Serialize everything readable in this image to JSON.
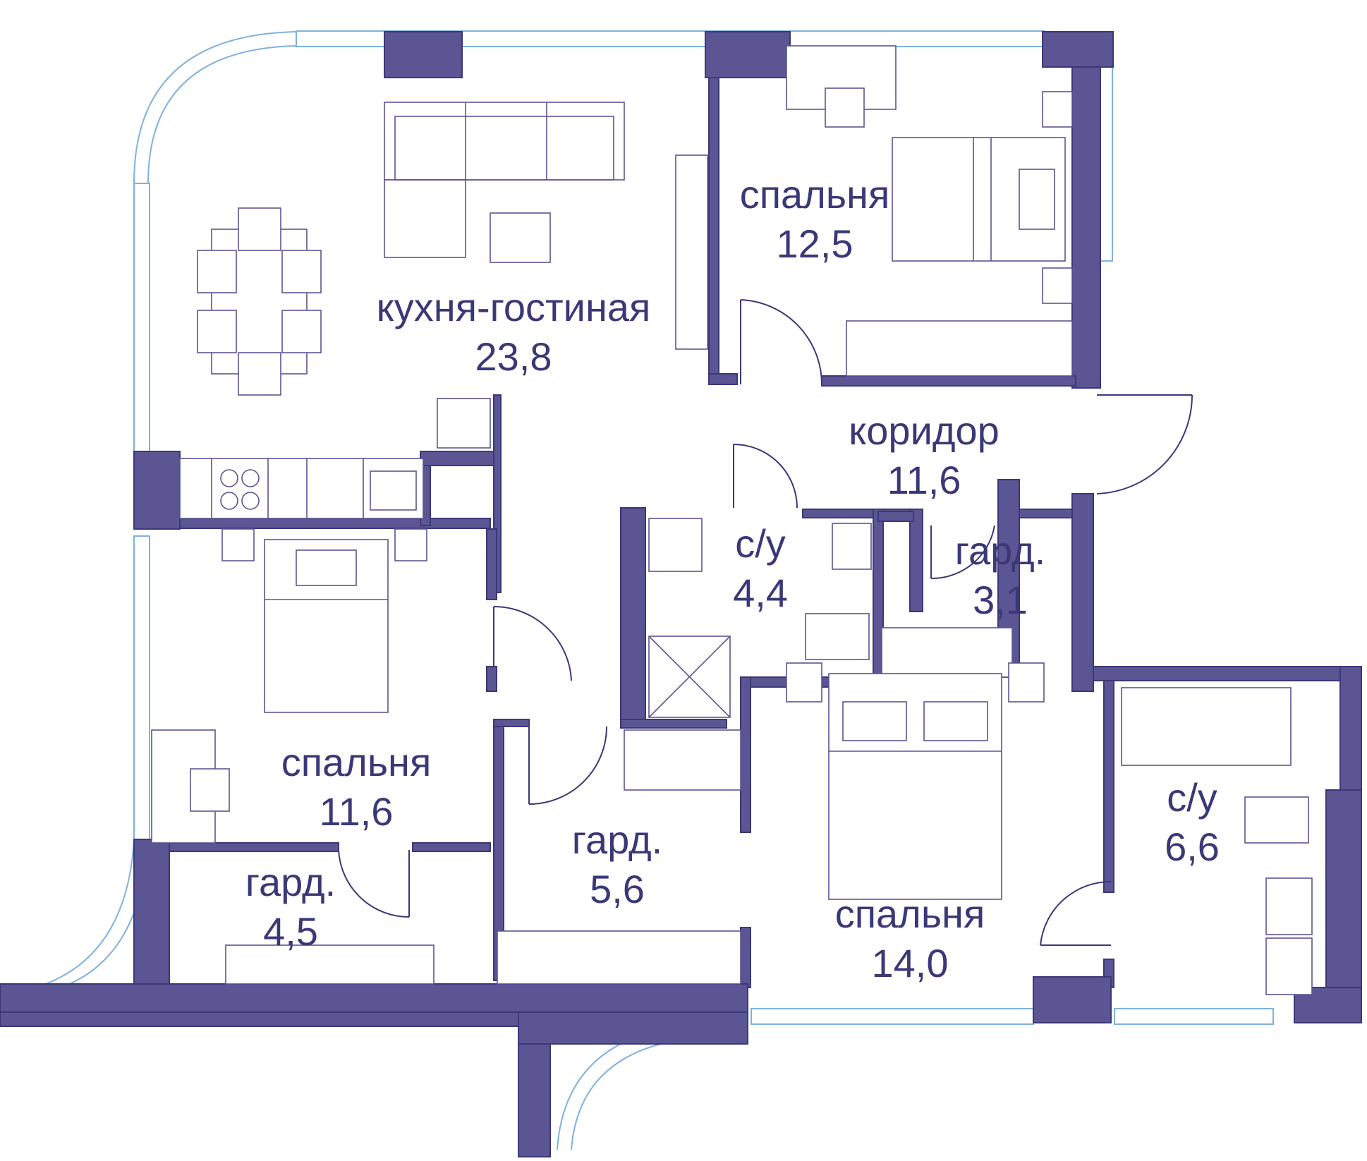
{
  "rooms": {
    "living_kitchen": {
      "name": "кухня-гостиная",
      "area": "23,8"
    },
    "bedroom_top": {
      "name": "спальня",
      "area": "12,5"
    },
    "corridor": {
      "name": "коридор",
      "area": "11,6"
    },
    "bath_small": {
      "name": "с/у",
      "area": "4,4"
    },
    "closet_mid": {
      "name": "гард.",
      "area": "3,1"
    },
    "bedroom_left": {
      "name": "спальня",
      "area": "11,6"
    },
    "closet_left": {
      "name": "гард.",
      "area": "4,5"
    },
    "closet_center": {
      "name": "гард.",
      "area": "5,6"
    },
    "bedroom_bottom": {
      "name": "спальня",
      "area": "14,0"
    },
    "bath_large": {
      "name": "с/у",
      "area": "6,6"
    }
  },
  "colors": {
    "wall": "#5b5593",
    "line": "#3b3878",
    "window": "#7fb2df"
  }
}
